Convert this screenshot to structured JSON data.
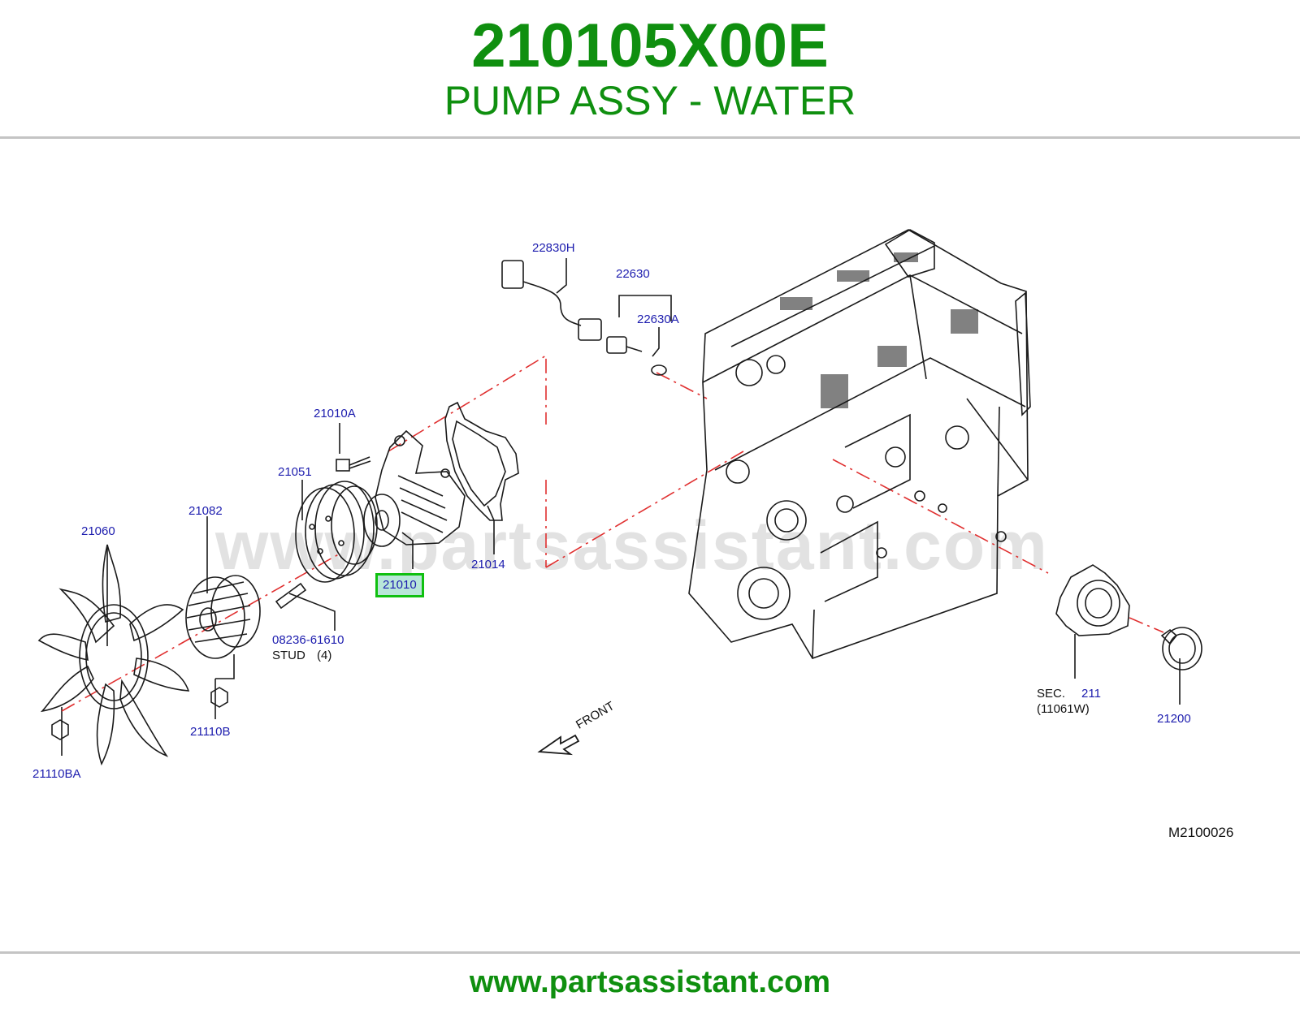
{
  "header": {
    "part_number": "210105X00E",
    "part_name": "PUMP ASSY - WATER"
  },
  "diagram": {
    "watermark": "www.partsassistant.com",
    "figure_code": "M2100026",
    "front_label": "FRONT",
    "callouts": {
      "c22830h": "22830H",
      "c22630": "22630",
      "c22630a": "22630A",
      "c21010a": "21010A",
      "c21051": "21051",
      "c21082": "21082",
      "c21060": "21060",
      "c21014": "21014",
      "c21010": "21010",
      "c08236": "08236-61610",
      "stud": "STUD",
      "stud_qty": "(4)",
      "c21110b": "21110B",
      "c21110ba": "21110BA",
      "sec": "SEC.",
      "sec_num": "211",
      "sec_ref": "(11061W)",
      "c21200": "21200"
    },
    "colors": {
      "callout": "#1c1cae",
      "highlight_border": "#10c010",
      "highlight_fill": "#b9e6d9",
      "centerline": "#e03030"
    }
  },
  "footer": {
    "url": "www.partsassistant.com"
  },
  "brand_color": "#0f8f0f"
}
